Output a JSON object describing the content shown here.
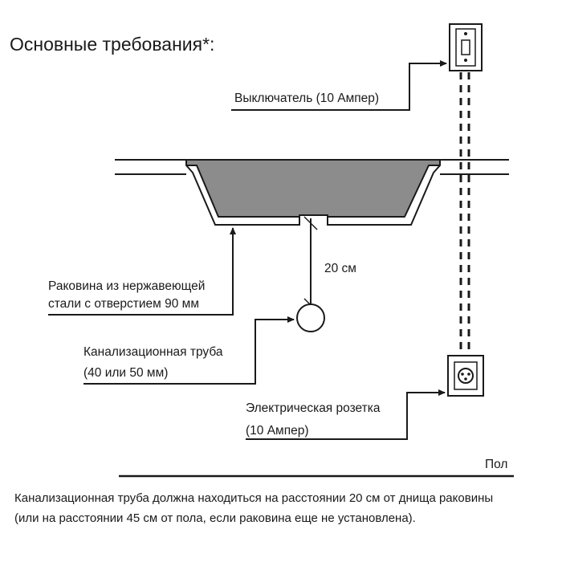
{
  "title": "Основные требования*:",
  "labels": {
    "switch": "Выключатель (10 Ампер)",
    "sink_line1": "Раковина из нержавеющей",
    "sink_line2": "стали с отверстием 90 мм",
    "distance": "20 см",
    "pipe_line1": "Канализационная труба",
    "pipe_line2": "(40 или 50 мм)",
    "socket_line1": "Электрическая розетка",
    "socket_line2": "(10 Ампер)",
    "floor": "Пол"
  },
  "footnote": {
    "line1": "Канализационная труба должна находиться на расстоянии 20 см от днища раковины",
    "line2": "(или на расстоянии 45 см от пола, если раковина еще не установлена)."
  },
  "colors": {
    "ink": "#1a1a1a",
    "sink_fill": "#8c8c8c",
    "background": "#ffffff"
  }
}
